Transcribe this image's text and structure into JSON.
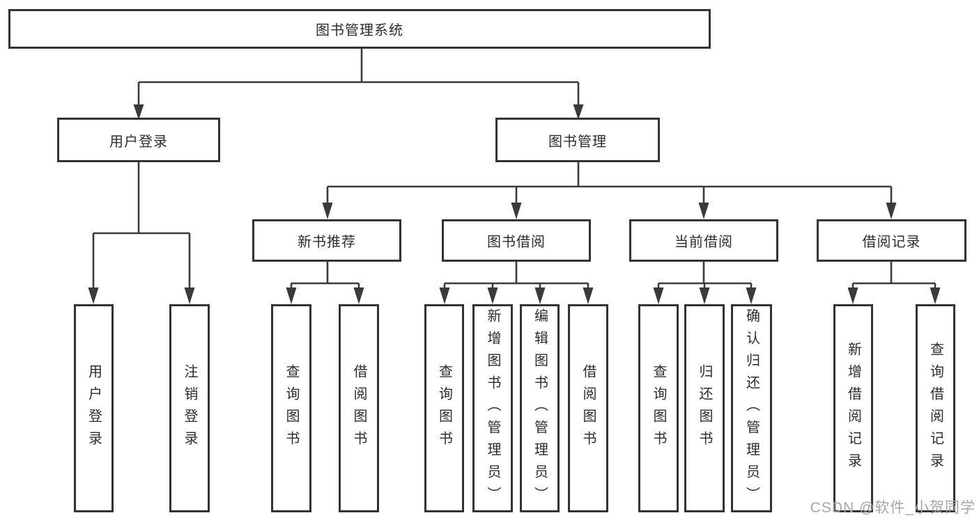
{
  "tree": {
    "root": {
      "label": "图书管理系统"
    },
    "branches": [
      {
        "label": "用户登录",
        "children": [
          {
            "label": "用户登录"
          },
          {
            "label": "注销登录"
          }
        ]
      },
      {
        "label": "图书管理",
        "children": [
          {
            "label": "新书推荐",
            "children": [
              {
                "label": "查询图书"
              },
              {
                "label": "借阅图书"
              }
            ]
          },
          {
            "label": "图书借阅",
            "children": [
              {
                "label": "查询图书"
              },
              {
                "label": "新增图书（管理员）"
              },
              {
                "label": "编辑图书（管理员）"
              },
              {
                "label": "借阅图书"
              }
            ]
          },
          {
            "label": "当前借阅",
            "children": [
              {
                "label": "查询图书"
              },
              {
                "label": "归还图书"
              },
              {
                "label": "确认归还（管理员）"
              }
            ]
          },
          {
            "label": "借阅记录",
            "children": [
              {
                "label": "新增借阅记录"
              },
              {
                "label": "查询借阅记录"
              }
            ]
          }
        ]
      }
    ]
  },
  "watermark": "CSDN @软件_小贺同学",
  "colors": {
    "line": "#3a3a3a",
    "border": "#333333",
    "text": "#2d2d2d",
    "watermark": "#a5a5a5",
    "background": "#ffffff"
  }
}
